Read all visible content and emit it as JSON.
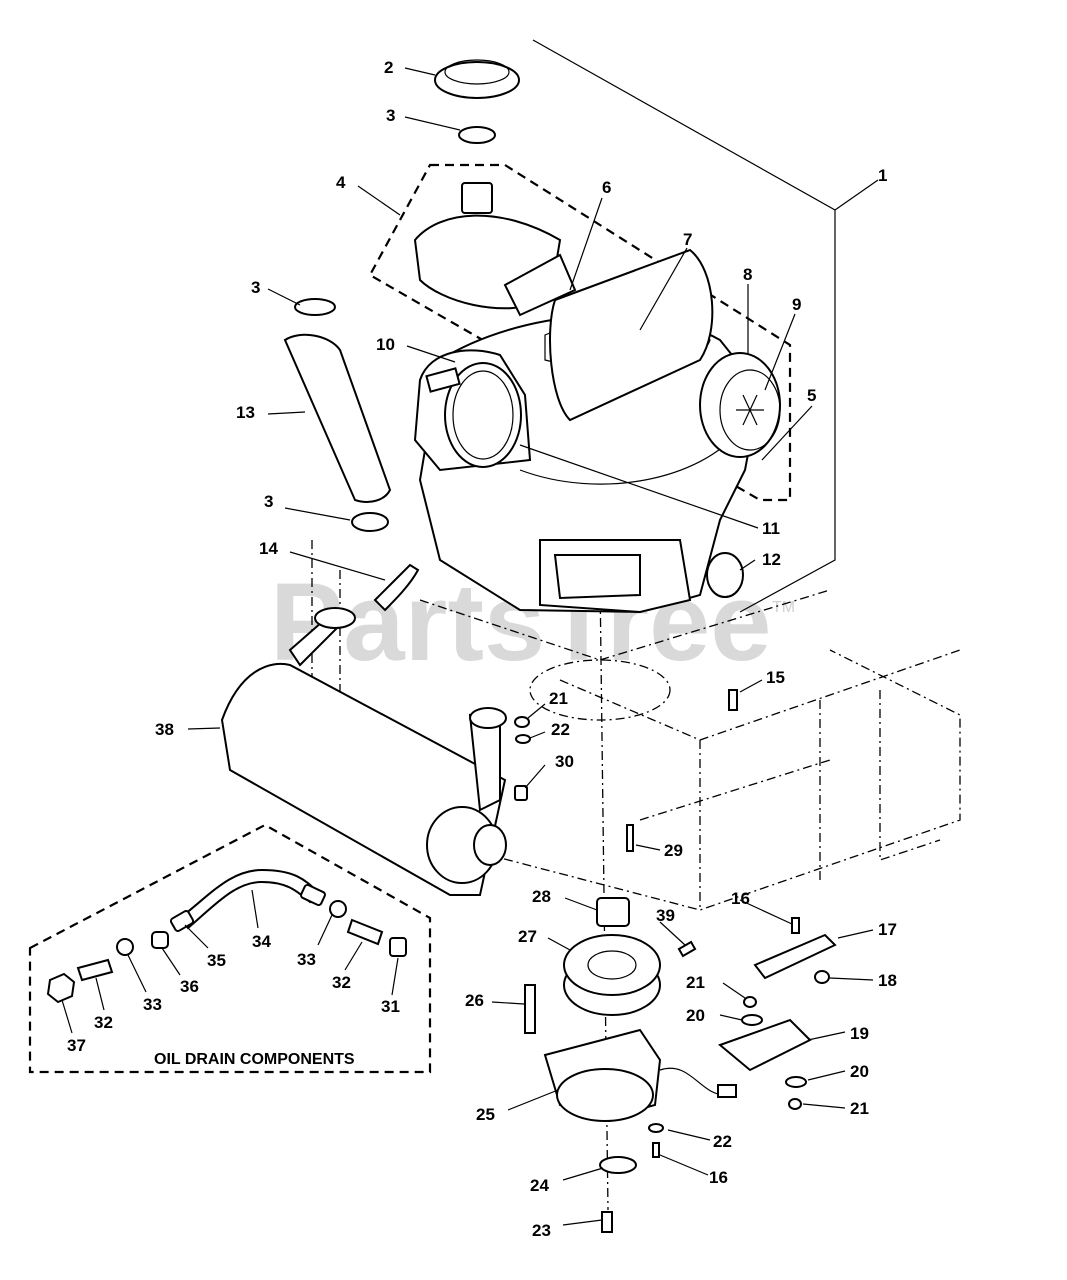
{
  "diagram": {
    "watermark": "PartsTree",
    "trademark": "TM",
    "caption": "OIL DRAIN COMPONENTS",
    "callouts": [
      "1",
      "2",
      "3",
      "3",
      "3",
      "4",
      "5",
      "6",
      "7",
      "8",
      "9",
      "10",
      "11",
      "12",
      "13",
      "14",
      "15",
      "16",
      "16",
      "17",
      "18",
      "19",
      "20",
      "20",
      "21",
      "21",
      "21",
      "22",
      "22",
      "23",
      "24",
      "25",
      "26",
      "27",
      "28",
      "29",
      "30",
      "31",
      "32",
      "32",
      "33",
      "33",
      "34",
      "35",
      "36",
      "37",
      "38",
      "39"
    ]
  }
}
